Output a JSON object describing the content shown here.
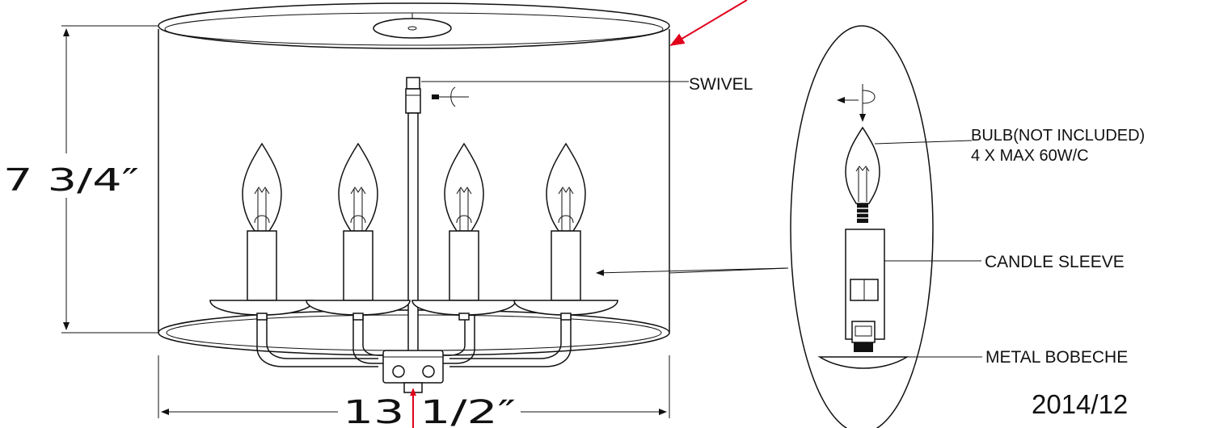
{
  "dimensions": {
    "height": "7 3/4″",
    "width": "13 1/2″"
  },
  "labels": {
    "swivel": "SWIVEL",
    "bulb_line1": "BULB(NOT INCLUDED)",
    "bulb_line2": "4 X MAX  60W/C",
    "candle_sleeve": "CANDLE SLEEVE",
    "bobeche": "METAL BOBECHE"
  },
  "date_code": "2014/12",
  "colors": {
    "line": "#111111",
    "accent_arrow": "#e0001b"
  }
}
